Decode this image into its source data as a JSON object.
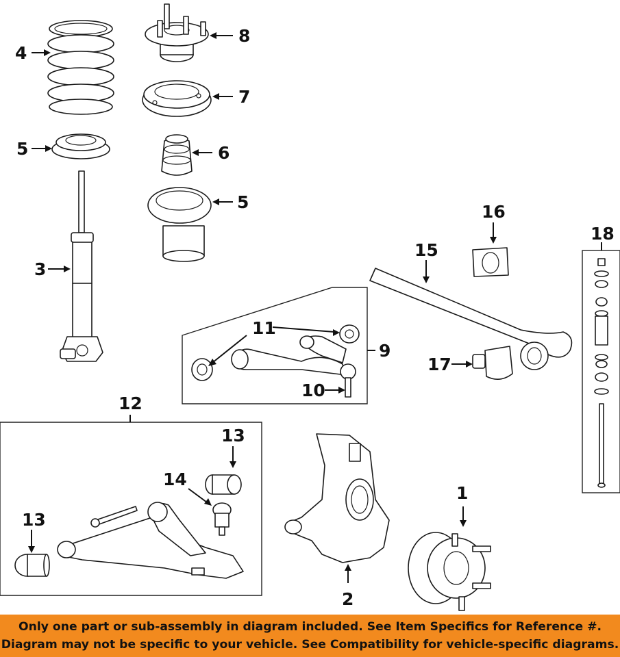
{
  "callouts": {
    "c1": "1",
    "c2": "2",
    "c3": "3",
    "c4": "4",
    "c5a": "5",
    "c5b": "5",
    "c6": "6",
    "c7": "7",
    "c8": "8",
    "c9": "9",
    "c10": "10",
    "c11": "11",
    "c12": "12",
    "c13a": "13",
    "c13b": "13",
    "c14": "14",
    "c15": "15",
    "c16": "16",
    "c17": "17",
    "c18": "18"
  },
  "notice": {
    "line1": "Only one part or sub-assembly in diagram included. See Item Specifics for Reference #.",
    "line2": "Diagram may not be specific to your vehicle. See Compatibility for vehicle-specific diagrams."
  },
  "colors": {
    "banner": "#f28a1e",
    "ink": "#1a1a1a"
  }
}
